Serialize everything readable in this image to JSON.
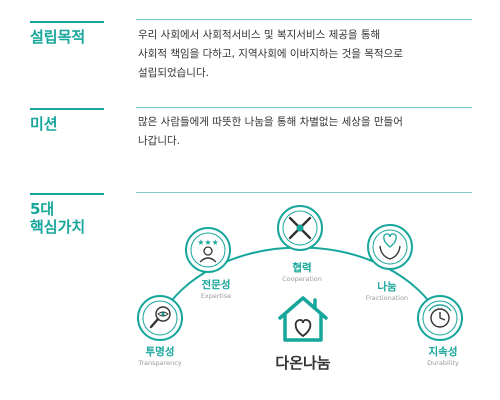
{
  "sections": {
    "purpose": {
      "title": "설립목적",
      "lines": [
        "우리 사회에서 사회적서비스 및 복지서비스 제공을 통해",
        "사회적 책임을 다하고, 지역사회에 이바지하는 것을 목적으로",
        "설립되었습니다."
      ]
    },
    "mission": {
      "title": "미션",
      "lines": [
        "많은 사람들에게 따뜻한 나눔을 통해 차별없는 세상을 만들어",
        "나갑니다."
      ]
    },
    "core_values": {
      "title_lines": [
        "5대",
        "핵심가치"
      ],
      "items": [
        {
          "ko": "투명성",
          "en": "Transparency",
          "icon": "magnifier-eye-icon"
        },
        {
          "ko": "전문성",
          "en": "Expertise",
          "icon": "person-stars-icon"
        },
        {
          "ko": "협력",
          "en": "Cooperation",
          "icon": "joined-hands-icon"
        },
        {
          "ko": "나눔",
          "en": "Fractionation",
          "icon": "hands-heart-icon"
        },
        {
          "ko": "지속성",
          "en": "Durability",
          "icon": "clock-cycle-icon"
        }
      ],
      "brand_name": "다온나눔",
      "brand_icon": "house-heart-icon"
    }
  },
  "colors": {
    "accent": "#17a69b",
    "rule": "#7fcfc8",
    "text": "#333333",
    "muted": "#9a9a9a"
  }
}
